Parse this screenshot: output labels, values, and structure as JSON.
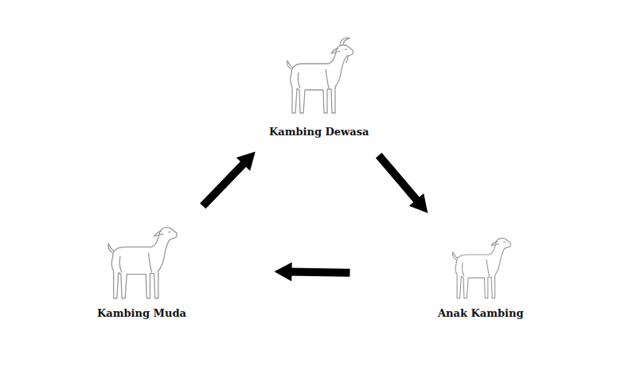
{
  "diagram": {
    "nodes": [
      {
        "text": [
          "Kambing Dewasa"
        ]
      },
      {
        "text": [
          "Kambing Muda"
        ]
      },
      {
        "text": [
          "Anak Kambing"
        ]
      }
    ],
    "edges": [
      {
        "from": 0,
        "to": 2,
        "arrow": "to"
      },
      {
        "from": 2,
        "to": 1,
        "arrow": "to"
      },
      {
        "from": 1,
        "to": 0,
        "arrow": "to"
      }
    ]
  }
}
